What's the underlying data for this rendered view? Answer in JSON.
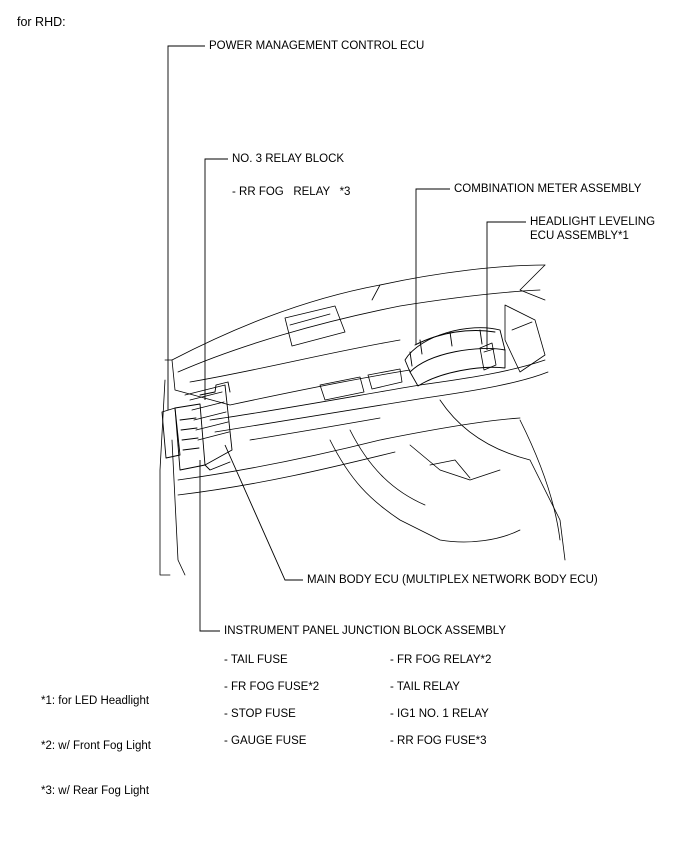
{
  "heading": "for RHD:",
  "labels": {
    "pm_ecu": "POWER MANAGEMENT CONTROL ECU",
    "relay_block": "NO. 3 RELAY BLOCK",
    "rr_fog_relay": "- RR FOG   RELAY   *3",
    "combo_meter": "COMBINATION METER ASSEMBLY",
    "headlight_line1": "HEADLIGHT LEVELING",
    "headlight_line2": "ECU ASSEMBLY*1",
    "main_body_ecu": "MAIN BODY ECU (MULTIPLEX NETWORK BODY ECU)",
    "ip_junction": "INSTRUMENT PANEL JUNCTION BLOCK ASSEMBLY"
  },
  "fuses_left": [
    "- TAIL FUSE",
    "- FR FOG FUSE*2",
    "- STOP FUSE",
    "- GAUGE FUSE"
  ],
  "fuses_right": [
    "- FR FOG RELAY*2",
    "- TAIL RELAY",
    "- IG1 NO. 1 RELAY",
    "- RR FOG FUSE*3"
  ],
  "notes": [
    "*1: for LED Headlight",
    "*2: w/ Front Fog Light",
    "*3: w/ Rear Fog Light"
  ]
}
